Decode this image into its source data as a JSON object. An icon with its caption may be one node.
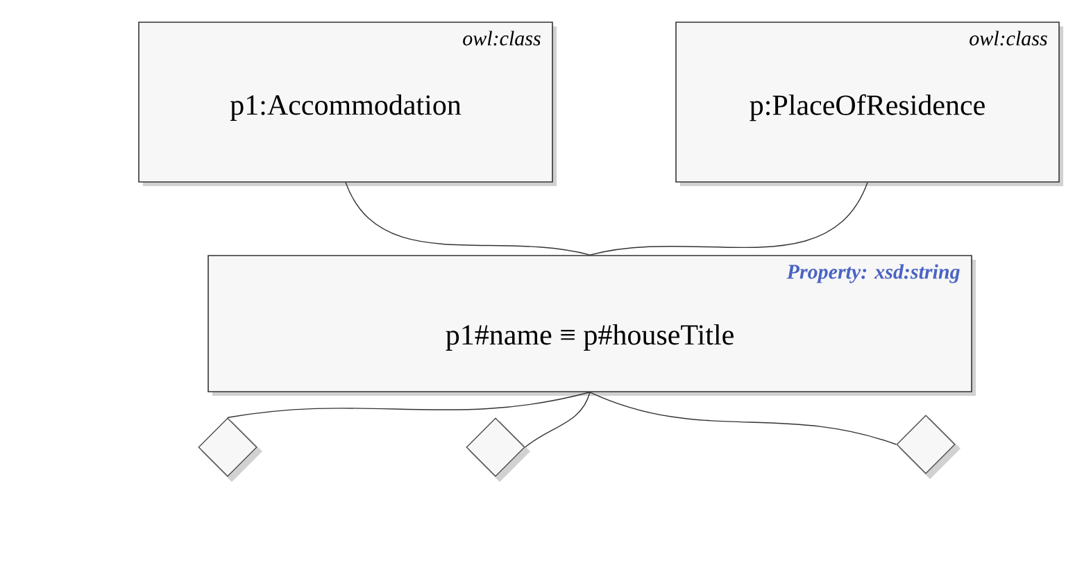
{
  "diagram": {
    "nodes": [
      {
        "text": [
          "owl:class",
          "p1:Accommodation"
        ]
      },
      {
        "text": [
          "owl:class",
          "p:PlaceOfResidence"
        ]
      },
      {
        "text": [
          "Property: xsd:string",
          "p1#name ≡ p#houseTitle"
        ]
      },
      {
        "text": [],
        "shape": "diamond"
      },
      {
        "text": [],
        "shape": "diamond"
      },
      {
        "text": [],
        "shape": "diamond"
      }
    ],
    "edges": [
      {
        "from": 0,
        "to": 2,
        "arrow": "none"
      },
      {
        "from": 1,
        "to": 2,
        "arrow": "none"
      },
      {
        "from": 2,
        "to": 3,
        "arrow": "none"
      },
      {
        "from": 2,
        "to": 4,
        "arrow": "none"
      },
      {
        "from": 2,
        "to": 5,
        "arrow": "none"
      }
    ]
  }
}
